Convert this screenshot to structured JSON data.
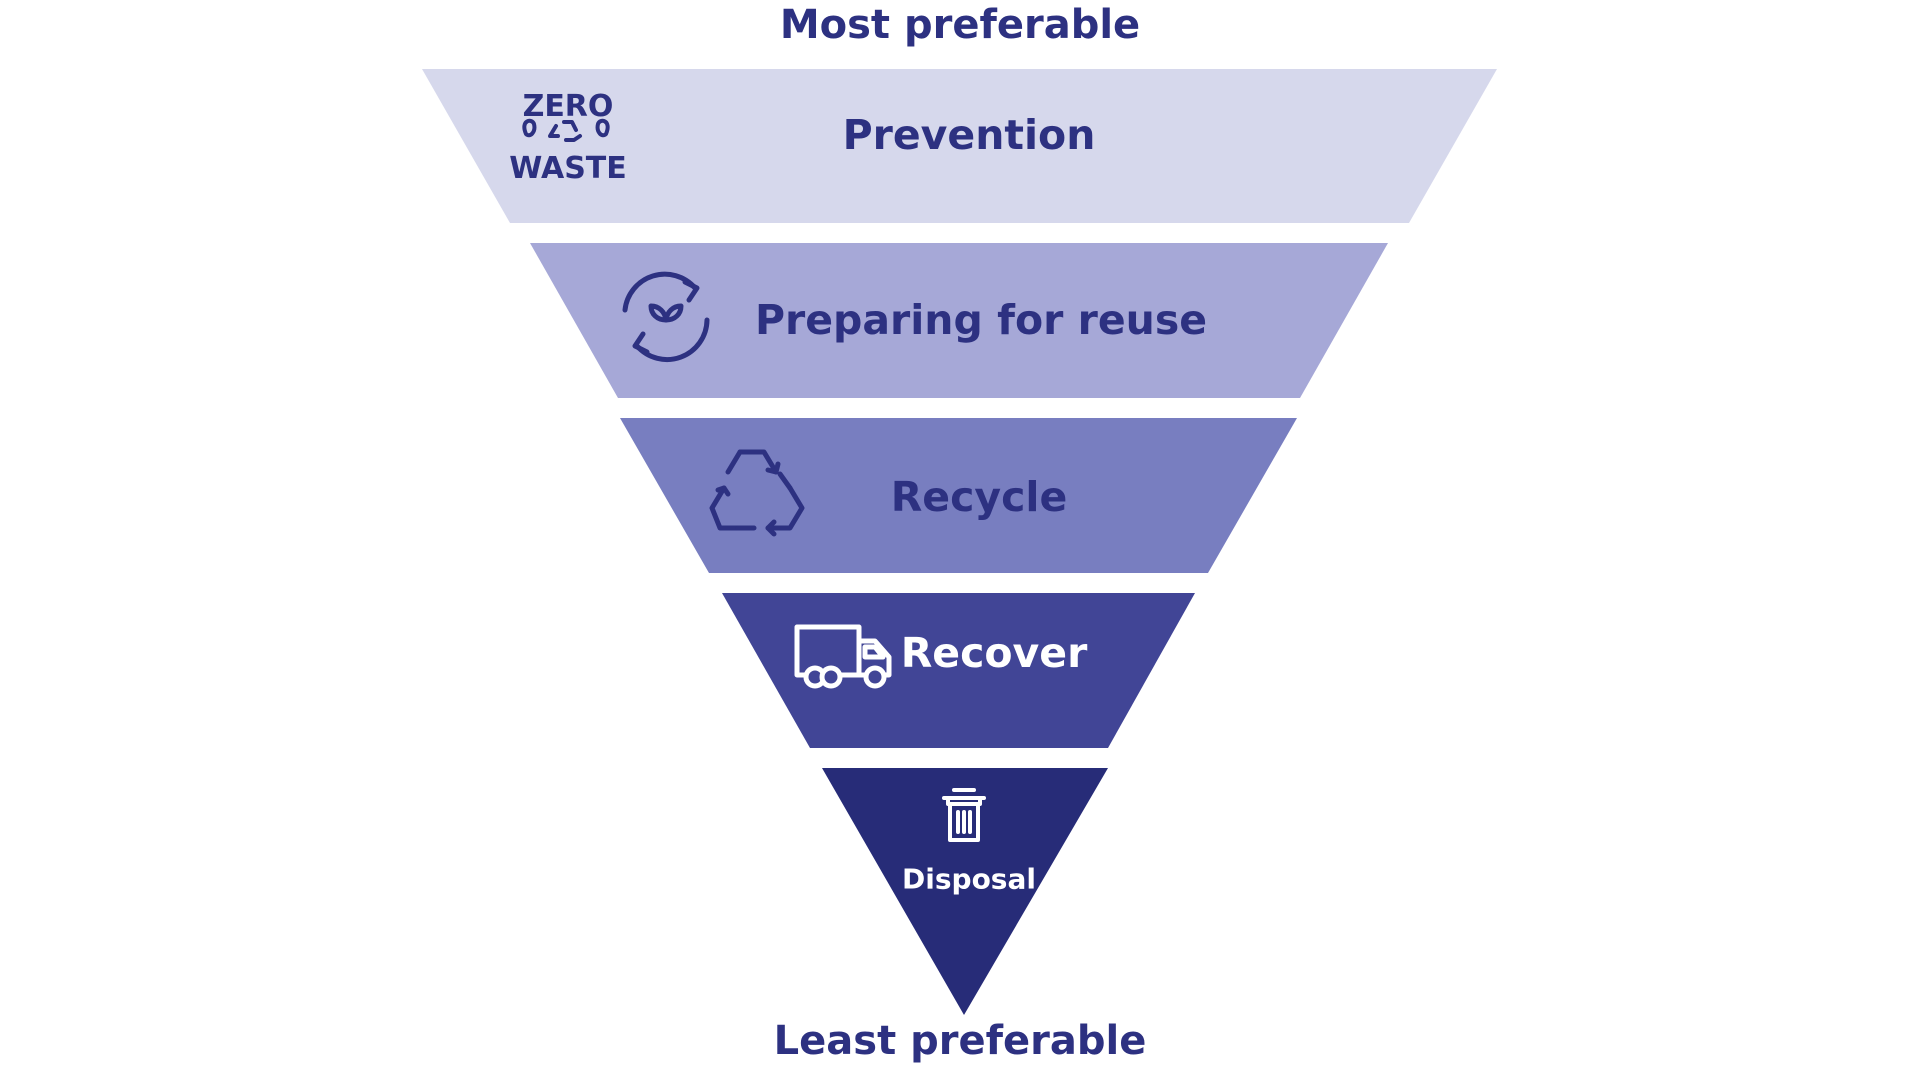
{
  "labels": {
    "top": "Most preferable",
    "bottom": "Least preferable"
  },
  "tiers": [
    {
      "name": "Prevention",
      "icon": "zero-waste-icon",
      "icon_text_top": "ZERO",
      "icon_text_bottom": "WASTE",
      "color": "#d6d8ec",
      "text_color": "#2d3181"
    },
    {
      "name": "Preparing for reuse",
      "icon": "reuse-cycle-leaf-icon",
      "color": "#a6a8d7",
      "text_color": "#2d3181"
    },
    {
      "name": "Recycle",
      "icon": "recycle-icon",
      "color": "#787ec0",
      "text_color": "#2d3181"
    },
    {
      "name": "Recover",
      "icon": "truck-icon",
      "color": "#414596",
      "text_color": "#ffffff"
    },
    {
      "name": "Disposal",
      "icon": "trash-can-icon",
      "color": "#272c78",
      "text_color": "#ffffff"
    }
  ],
  "colors": {
    "title": "#2d3181",
    "icon_dark": "#2d3181",
    "icon_light": "#ffffff"
  }
}
